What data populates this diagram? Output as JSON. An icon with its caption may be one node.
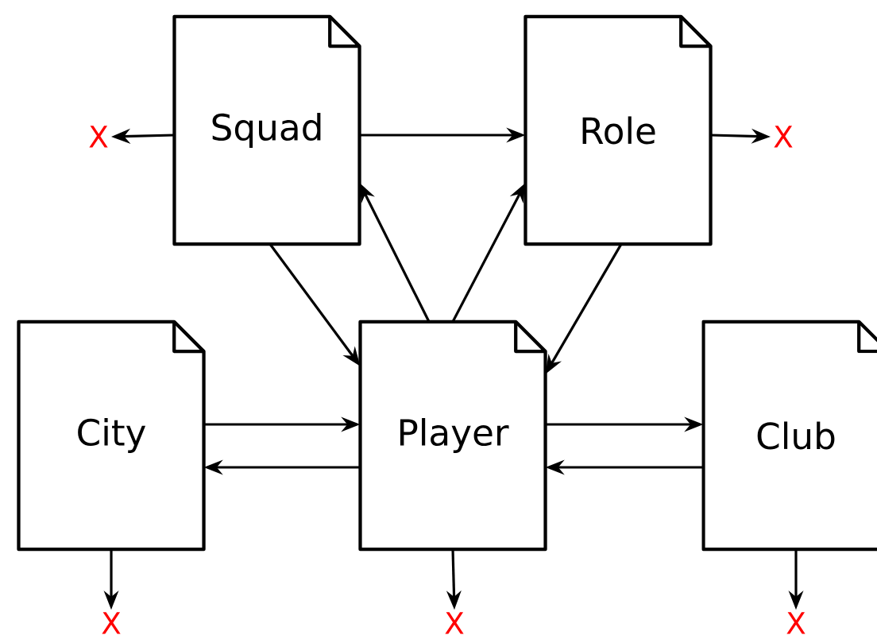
{
  "diagram": {
    "nodes": [
      {
        "text": [
          "Squad"
        ]
      },
      {
        "text": [
          "Role"
        ]
      },
      {
        "text": [
          "City"
        ]
      },
      {
        "text": [
          "Player"
        ]
      },
      {
        "text": [
          "Club"
        ]
      },
      {
        "text": [
          "X"
        ]
      },
      {
        "text": [
          "X"
        ]
      },
      {
        "text": [
          "X"
        ]
      },
      {
        "text": [
          "X"
        ]
      },
      {
        "text": [
          "X"
        ]
      }
    ],
    "edges": [
      {
        "from": 0,
        "to": 5,
        "arrow": "to"
      },
      {
        "from": 0,
        "to": 1,
        "arrow": "to"
      },
      {
        "from": 1,
        "to": 6,
        "arrow": "to"
      },
      {
        "from": 0,
        "to": 3,
        "arrow": "to"
      },
      {
        "from": 3,
        "to": 0,
        "arrow": "to"
      },
      {
        "from": 3,
        "to": 1,
        "arrow": "to"
      },
      {
        "from": 1,
        "to": 3,
        "arrow": "to"
      },
      {
        "from": 2,
        "to": 3,
        "arrow": "to"
      },
      {
        "from": 3,
        "to": 2,
        "arrow": "to"
      },
      {
        "from": 3,
        "to": 4,
        "arrow": "to"
      },
      {
        "from": 4,
        "to": 3,
        "arrow": "to"
      },
      {
        "from": 2,
        "to": 7,
        "arrow": "to"
      },
      {
        "from": 3,
        "to": 8,
        "arrow": "to"
      },
      {
        "from": 4,
        "to": 9,
        "arrow": "to"
      }
    ]
  }
}
